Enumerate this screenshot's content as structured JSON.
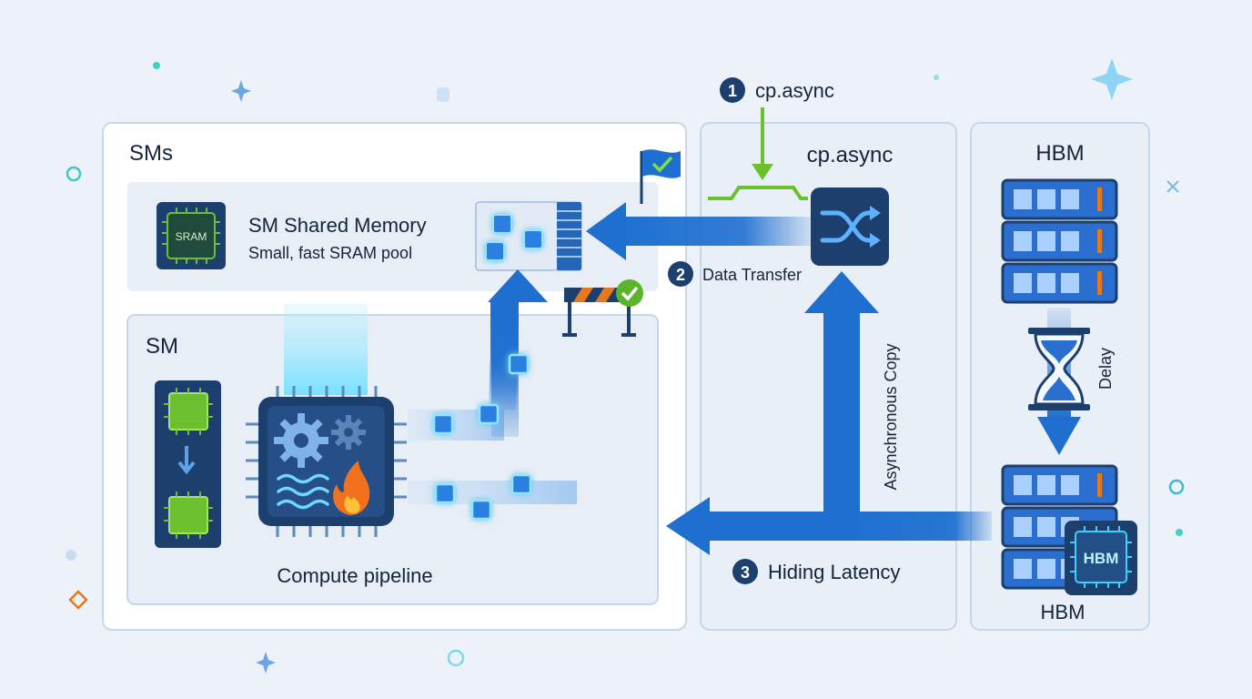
{
  "panels": {
    "sms_title": "SMs",
    "sm_title": "SM",
    "cpasync_title": "cp.async",
    "hbm_title": "HBM",
    "hbm_bottom_label": "HBM"
  },
  "shared_memory": {
    "title": "SM Shared Memory",
    "subtitle": "Small, fast SRAM pool",
    "chip_label": "SRAM"
  },
  "compute": {
    "label": "Compute pipeline"
  },
  "steps": [
    {
      "number": "1",
      "label": "cp.async"
    },
    {
      "number": "2",
      "label": "Data Transfer"
    },
    {
      "number": "3",
      "label": "Hiding Latency"
    }
  ],
  "labels": {
    "async_copy": "Asynchronous Copy",
    "delay": "Delay",
    "hbm_chip": "HBM"
  },
  "colors": {
    "accent_blue": "#1e6fd0",
    "navy": "#1c3f6e",
    "green": "#6cc02e",
    "cyan": "#3ad0ff",
    "orange": "#e8781e"
  },
  "icons": [
    "flag-icon",
    "barrier-icon",
    "shuffle-icon",
    "hourglass-icon",
    "gear-icon",
    "wave-icon",
    "flame-icon",
    "chip-icon",
    "server-icon",
    "sparkle-icon"
  ]
}
